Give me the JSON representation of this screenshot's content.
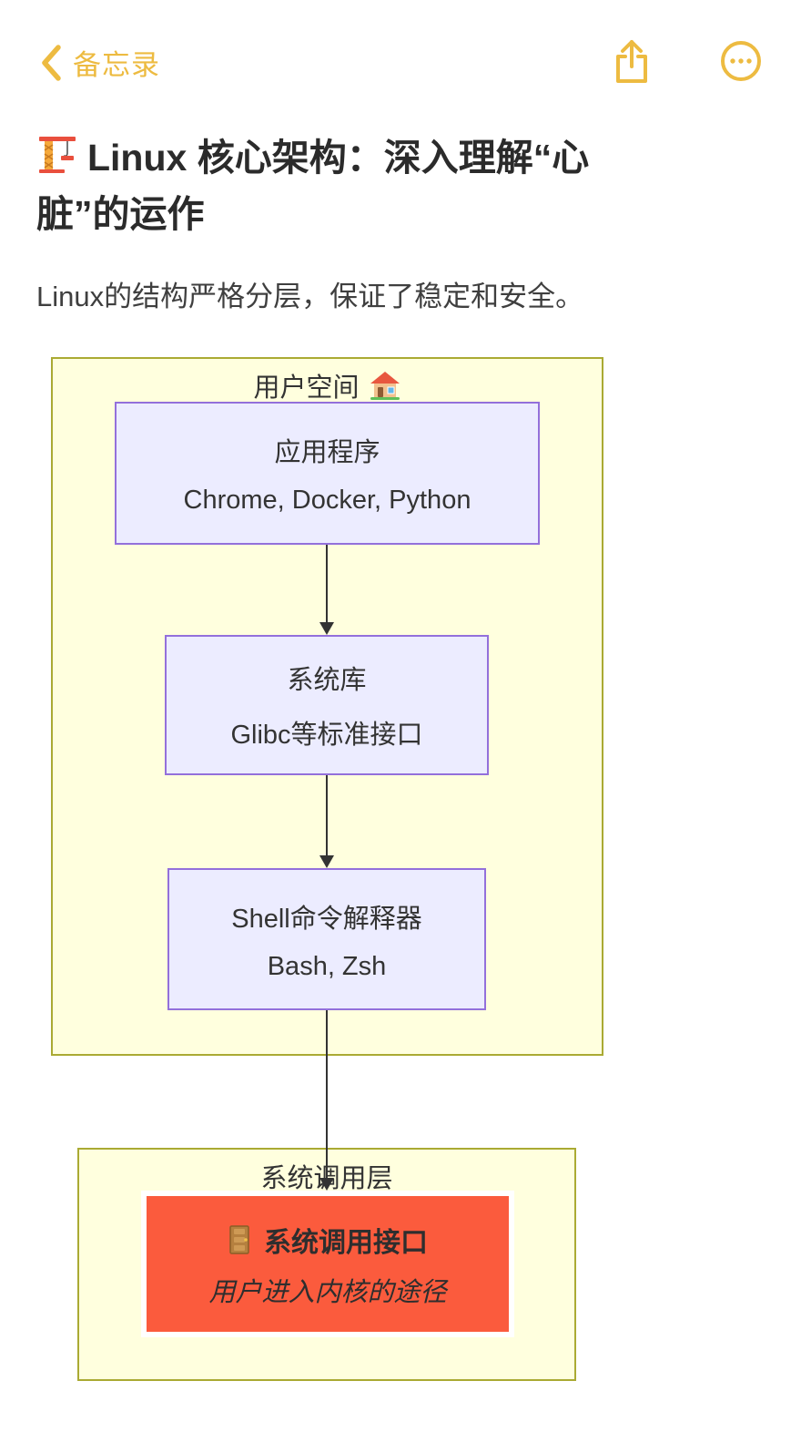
{
  "nav": {
    "back_label": "备忘录"
  },
  "note": {
    "title": "Linux 核心架构：深入理解“心脏”的运作",
    "intro": "Linux的结构严格分层，保证了稳定和安全。"
  },
  "diagram": {
    "user_space": {
      "title": "用户空间",
      "nodes": [
        {
          "title": "应用程序",
          "subtitle": "Chrome, Docker, Python"
        },
        {
          "title": "系统库",
          "subtitle": "Glibc等标准接口"
        },
        {
          "title": "Shell命令解释器",
          "subtitle": "Bash, Zsh"
        }
      ]
    },
    "syscall": {
      "title": "系统调用层",
      "node": {
        "title": "系统调用接口",
        "subtitle": "用户进入内核的途径"
      }
    },
    "icons": {
      "note_title": "construction-crane",
      "user_space": "house",
      "syscall_node": "door",
      "nav_back": "chevron-left",
      "nav_share": "share-up-arrow",
      "nav_more": "ellipsis-circle"
    },
    "colors": {
      "accent": "#EDBB41",
      "subgraph_fill": "#FFFFDE",
      "subgraph_border": "#AAAA33",
      "node_fill": "#ECECFF",
      "node_border": "#9370DB",
      "highlight_fill": "#FB5B3D",
      "highlight_border": "#FFFFFF",
      "arrow": "#333333"
    }
  }
}
